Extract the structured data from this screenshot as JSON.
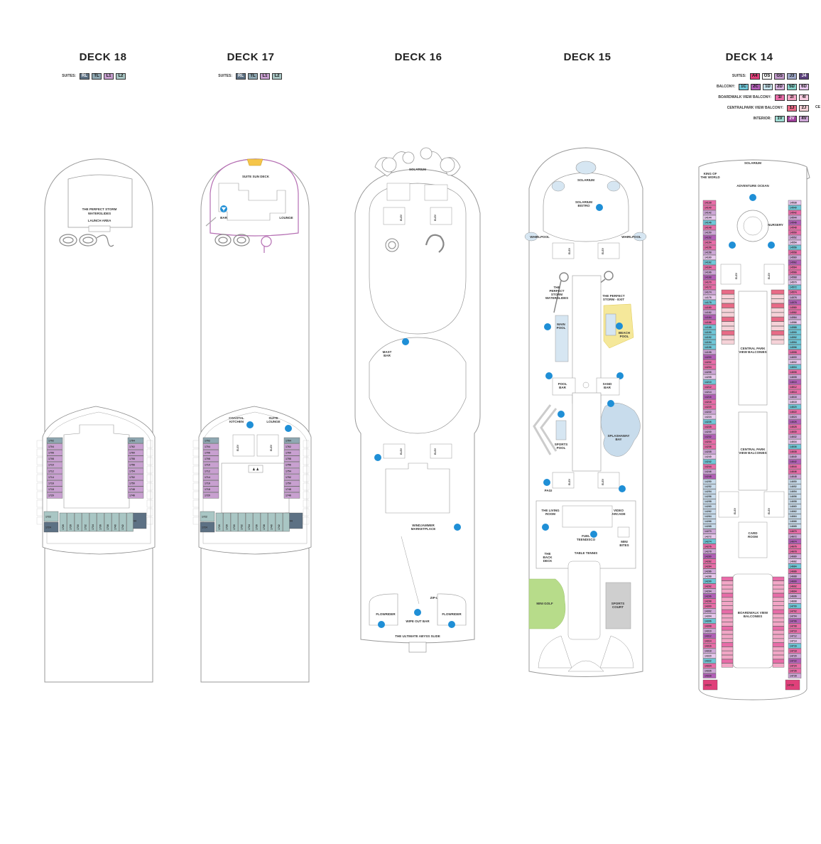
{
  "decks": [
    {
      "id": "18",
      "title": "DECK 18",
      "legend": [
        {
          "label": "SUITES:",
          "chips": [
            {
              "code": "RL",
              "color": "#5d7184"
            },
            {
              "code": "TL",
              "color": "#8fa8b2"
            },
            {
              "code": "L1",
              "color": "#c8a0d0"
            },
            {
              "code": "L2",
              "color": "#a9c6c4"
            }
          ]
        }
      ]
    },
    {
      "id": "17",
      "title": "DECK 17",
      "legend": [
        {
          "label": "SUITES:",
          "chips": [
            {
              "code": "RL",
              "color": "#5d7184"
            },
            {
              "code": "TL",
              "color": "#8fa8b2"
            },
            {
              "code": "L1",
              "color": "#c8a0d0"
            },
            {
              "code": "L2",
              "color": "#a9c6c4"
            }
          ]
        }
      ]
    },
    {
      "id": "16",
      "title": "DECK 16",
      "legend": []
    },
    {
      "id": "15",
      "title": "DECK 15",
      "legend": []
    },
    {
      "id": "14",
      "title": "DECK 14",
      "legend": [
        {
          "label": "SUITES:",
          "chips": [
            {
              "code": "A4",
              "color": "#e0407a"
            },
            {
              "code": "OS",
              "color": "#f3f3f3"
            },
            {
              "code": "GS",
              "color": "#c29acb"
            },
            {
              "code": "J3",
              "color": "#9ea7c7"
            },
            {
              "code": "J4",
              "color": "#5a3f7a"
            }
          ]
        },
        {
          "label": "BALCONY:",
          "chips": [
            {
              "code": "1C",
              "color": "#6fc7d8"
            },
            {
              "code": "2C",
              "color": "#b35fb8"
            },
            {
              "code": "1D",
              "color": "#c6e3ec"
            },
            {
              "code": "2D",
              "color": "#d7b4e0"
            },
            {
              "code": "5D",
              "color": "#86d1c9"
            },
            {
              "code": "6D",
              "color": "#e6c6ec"
            }
          ]
        },
        {
          "label": "BOARDWALK VIEW BALCONY:",
          "chips": [
            {
              "code": "1I",
              "color": "#e86ca8"
            },
            {
              "code": "2I",
              "color": "#f2a6c6"
            },
            {
              "code": "4I",
              "color": "#f7cde0"
            }
          ]
        },
        {
          "label": "CENTRALPARK VIEW BALCONY:",
          "chips": [
            {
              "code": "1J",
              "color": "#e86a86"
            },
            {
              "code": "2J",
              "color": "#f6d2d8"
            }
          ]
        },
        {
          "label": "INTERIOR:",
          "chips": [
            {
              "code": "1V",
              "color": "#9fdcd4"
            },
            {
              "code": "2V",
              "color": "#9e3f9a"
            },
            {
              "code": "4V",
              "color": "#cda6d6"
            }
          ]
        }
      ]
    }
  ],
  "cut_label": "CE",
  "deck18": {
    "labels": {
      "waterslides": "THE PERFECT STORM\nWATERSLIDES",
      "launch": "LAUNCH AREA"
    },
    "cabins_left": [
      "1702",
      "1704",
      "1706",
      "1708",
      "1710",
      "1712",
      "1714",
      "1716",
      "1718",
      "1720"
    ],
    "cabins_right": [
      "1764",
      "1762",
      "1760",
      "1758",
      "1756",
      "1754",
      "1752",
      "1750",
      "1748",
      "1746"
    ],
    "cabins_bottom": [
      "1726",
      "1728",
      "1730",
      "1732",
      "1734",
      "1736",
      "1738",
      "1740",
      "1742"
    ],
    "corner": {
      "left_a": "1722",
      "left_b": "1724",
      "right": "1744"
    }
  },
  "deck17": {
    "labels": {
      "sun_deck": "SUITE SUN DECK",
      "bar": "BAR",
      "lounge": "LOUNGE",
      "coastal": "COASTAL\nKITCHEN",
      "suite_lounge": "SUITE\nLOUNGE",
      "elev": "ELEV"
    },
    "cabins_left": [
      "1702",
      "1704",
      "1706",
      "1708",
      "1710",
      "1712",
      "1714",
      "1716",
      "1718",
      "1720"
    ],
    "cabins_right": [
      "1764",
      "1762",
      "1760",
      "1758",
      "1756",
      "1754",
      "1752",
      "1750",
      "1748",
      "1746"
    ],
    "cabins_bottom": [
      "1726",
      "1728",
      "1730",
      "1732",
      "1734",
      "1736",
      "1738",
      "1740",
      "1742"
    ],
    "corner": {
      "left_a": "1722",
      "left_b": "1724",
      "right": "1744"
    }
  },
  "deck16": {
    "labels": {
      "solarium": "SOLARIUM",
      "elev": "ELEV",
      "mast_bar": "MAST\nBAR",
      "windjammer": "WINDJAMMER\nMARKETPLACE",
      "zipline": "ZIP-LINE",
      "flowrider_l": "FLOWRIDER",
      "flowrider_r": "FLOWRIDER",
      "wipeout": "WIPE OUT BAR",
      "abyss": "THE ULTIMATE ABYSS SLIDE"
    }
  },
  "deck15": {
    "labels": {
      "solarium": "SOLARIUM",
      "solarium_bistro": "SOLARIUM\nBISTRO",
      "whirlpool_l": "WHIRLPOOL",
      "whirlpool_r": "WHIRLPOOL",
      "elev": "ELEV",
      "waterslides": "THE\nPERFECT\nSTORM\nWATERSLIDES",
      "storm_exit": "THE PERFECT\nSTORM - EXIT",
      "main_pool": "MAIN\nPOOL",
      "beach_pool": "BEACH\nPOOL",
      "pool_bar": "POOL\nBAR",
      "sand_bar": "SAND\nBAR",
      "splashaway": "SPLASHAWAY\nBAY",
      "sports_pool": "SPORTS\nPOOL",
      "pagi": "PAGI",
      "living_room": "THE LIVING\nROOM",
      "video_arcade": "VIDEO\nARCADE",
      "fuel": "FUEL\nTEENDISCO",
      "mini_bites": "MINI\nBITES",
      "back_deck": "THE\nBACK\nDECK",
      "table_tennis": "TABLE TENNIS",
      "mini_golf": "MINI GOLF",
      "sports_court": "SPORTS\nCOURT"
    }
  },
  "deck14": {
    "labels": {
      "solarium": "SOLARIUM",
      "king": "KING OF\nTHE WORLD",
      "adventure": "ADVENTURE OCEAN",
      "nursery": "NURSERY",
      "elev": "ELEV",
      "cp_view_1": "CENTRAL PARK\nVIEW BALCONIES",
      "cp_view_2": "CENTRAL PARK\nVIEW BALCONIES",
      "card_room": "CARD\nROOM",
      "boardwalk": "BOARDWALK VIEW\nBALCONIES"
    },
    "outer_left": [
      "14138",
      "14140",
      "14142",
      "14144",
      "14146",
      "14148",
      "14150",
      "14152",
      "14154",
      "14156",
      "14158",
      "14160",
      "14162",
      "14164",
      "14166",
      "14168",
      "14170",
      "14172",
      "14174",
      "14176",
      "14178",
      "14180",
      "14182",
      "14184",
      "14186",
      "14188",
      "14190",
      "14192",
      "14194",
      "14196",
      "14198",
      "14200",
      "14202",
      "14204",
      "14206",
      "14208",
      "14210",
      "14212",
      "14214",
      "14216",
      "14218",
      "14220",
      "14222",
      "14224",
      "14226",
      "14228",
      "14230",
      "14232",
      "14234",
      "14236",
      "14238",
      "14240",
      "14242",
      "14244",
      "14246",
      "14248",
      "14250",
      "14252",
      "14254",
      "14256",
      "14258",
      "14260",
      "14262",
      "14264",
      "14266",
      "14268",
      "14270",
      "14272",
      "14274",
      "14276",
      "14278",
      "14280",
      "14282",
      "14284",
      "14286",
      "14288",
      "14290",
      "14292",
      "14294",
      "14296",
      "14298",
      "14300",
      "14302",
      "14304",
      "14306",
      "14308",
      "14310",
      "14312",
      "14314",
      "14316",
      "14318",
      "14320",
      "14322",
      "14324",
      "14326",
      "14328"
    ],
    "outer_right": [
      "14538",
      "14540",
      "14542",
      "14544",
      "14546",
      "14548",
      "14550",
      "14552",
      "14554",
      "14556",
      "14558",
      "14560",
      "14562",
      "14564",
      "14566",
      "14568",
      "14570",
      "14572",
      "14574",
      "14576",
      "14578",
      "14580",
      "14582",
      "14584",
      "14586",
      "14588",
      "14590",
      "14592",
      "14594",
      "14596",
      "14598",
      "14600",
      "14602",
      "14604",
      "14606",
      "14608",
      "14610",
      "14612",
      "14614",
      "14616",
      "14618",
      "14620",
      "14622",
      "14624",
      "14626",
      "14628",
      "14630",
      "14632",
      "14634",
      "14636",
      "14638",
      "14640",
      "14642",
      "14644",
      "14646",
      "14648",
      "14650",
      "14652",
      "14654",
      "14656",
      "14658",
      "14660",
      "14662",
      "14664",
      "14666",
      "14668",
      "14670",
      "14672",
      "14674",
      "14676",
      "14678",
      "14680",
      "14682",
      "14684",
      "14686",
      "14688",
      "14690",
      "14692",
      "14694",
      "14696",
      "14698",
      "14700",
      "14702",
      "14704",
      "14706",
      "14708",
      "14710",
      "14712",
      "14714",
      "14716",
      "14718",
      "14720",
      "14722",
      "14724",
      "14726",
      "14728"
    ],
    "corner_left": "14324",
    "corner_right": "14728"
  }
}
